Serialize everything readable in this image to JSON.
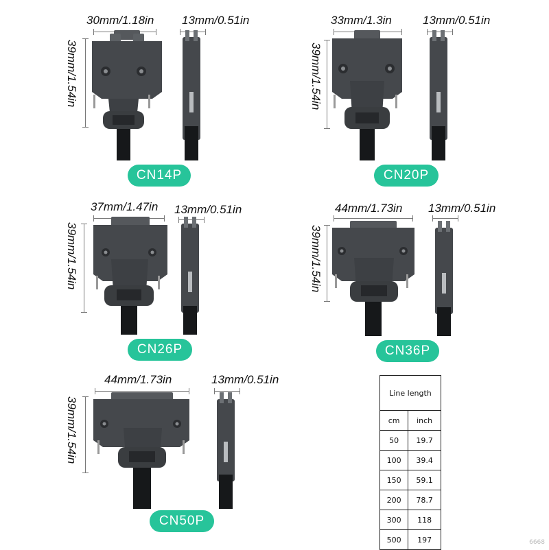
{
  "connectors": [
    {
      "model": "CN14P",
      "width": "30mm/1.18in",
      "depth": "13mm/0.51in",
      "height": "39mm/1.54in"
    },
    {
      "model": "CN20P",
      "width": "33mm/1.3in",
      "depth": "13mm/0.51in",
      "height": "39mm/1.54in"
    },
    {
      "model": "CN26P",
      "width": "37mm/1.47in",
      "depth": "13mm/0.51in",
      "height": "39mm/1.54in"
    },
    {
      "model": "CN36P",
      "width": "44mm/1.73in",
      "depth": "13mm/0.51in",
      "height": "39mm/1.54in"
    },
    {
      "model": "CN50P",
      "width": "44mm/1.73in",
      "depth": "13mm/0.51in",
      "height": "39mm/1.54in"
    }
  ],
  "length_table": {
    "title": "Line length",
    "headers": [
      "cm",
      "inch"
    ],
    "rows": [
      [
        "50",
        "19.7"
      ],
      [
        "100",
        "39.4"
      ],
      [
        "150",
        "59.1"
      ],
      [
        "200",
        "78.7"
      ],
      [
        "300",
        "118"
      ],
      [
        "500",
        "197"
      ]
    ]
  },
  "watermark": "6668",
  "colors": {
    "badge": "#27c49a",
    "connector_body": "#45484c",
    "cable": "#16181a"
  }
}
